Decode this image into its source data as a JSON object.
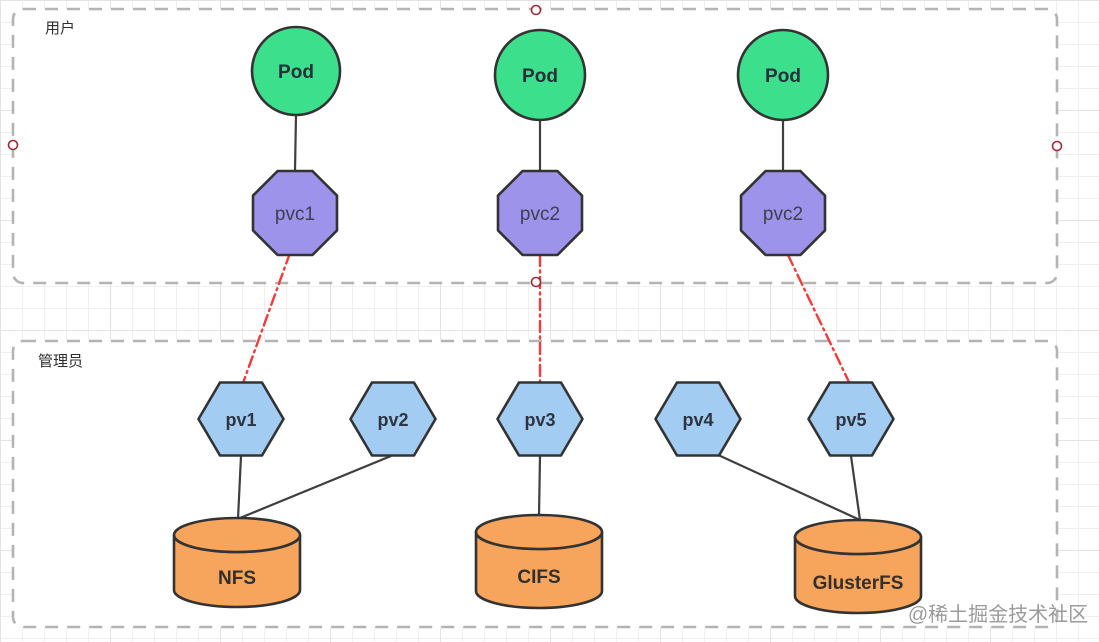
{
  "sections": {
    "user": {
      "label": "用户"
    },
    "admin": {
      "label": "管理员"
    }
  },
  "nodes": {
    "pods": [
      {
        "label": "Pod"
      },
      {
        "label": "Pod"
      },
      {
        "label": "Pod"
      }
    ],
    "pvcs": [
      {
        "label": "pvc1"
      },
      {
        "label": "pvc2"
      },
      {
        "label": "pvc2"
      }
    ],
    "pvs": [
      {
        "label": "pv1"
      },
      {
        "label": "pv2"
      },
      {
        "label": "pv3"
      },
      {
        "label": "pv4"
      },
      {
        "label": "pv5"
      }
    ],
    "storages": [
      {
        "label": "NFS"
      },
      {
        "label": "CIFS"
      },
      {
        "label": "GlusterFS"
      }
    ]
  },
  "edges": [
    {
      "from": "Pod-1",
      "to": "pvc1",
      "style": "solid-black"
    },
    {
      "from": "Pod-2",
      "to": "pvc2",
      "style": "solid-black"
    },
    {
      "from": "Pod-3",
      "to": "pvc2",
      "style": "solid-black"
    },
    {
      "from": "pvc1",
      "to": "pv1",
      "style": "dashdot-red"
    },
    {
      "from": "pvc2",
      "to": "pv3",
      "style": "dashdot-red"
    },
    {
      "from": "pvc2",
      "to": "pv5",
      "style": "dashdot-red"
    },
    {
      "from": "pv1",
      "to": "NFS",
      "style": "solid-black"
    },
    {
      "from": "pv2",
      "to": "NFS",
      "style": "solid-black"
    },
    {
      "from": "pv3",
      "to": "CIFS",
      "style": "solid-black"
    },
    {
      "from": "pv4",
      "to": "GlusterFS",
      "style": "solid-black"
    },
    {
      "from": "pv5",
      "to": "GlusterFS",
      "style": "solid-black"
    }
  ],
  "watermark": "@稀土掘金技术社区",
  "colors": {
    "pod_fill": "#3cdf8c",
    "pvc_fill": "#9d93ea",
    "pv_fill": "#a3ccf2",
    "storage_fill": "#f7a45c",
    "edge": "#3f3f3f",
    "binding_edge": "#f43b3b",
    "section_border": "#b4b4b4",
    "anchor_marker": "#9e2b33"
  }
}
